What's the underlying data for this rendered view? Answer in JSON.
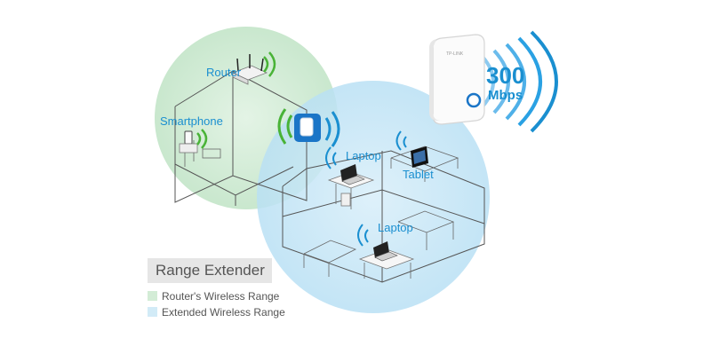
{
  "labels": {
    "router": "Router",
    "smartphone": "Smartphone",
    "laptop_top": "Laptop",
    "tablet": "Tablet",
    "laptop_bottom": "Laptop"
  },
  "product": {
    "speed_value": "300",
    "speed_unit": "Mbps",
    "brand_text": "TP-LINK"
  },
  "legend": {
    "title": "Range Extender",
    "items": [
      {
        "label": "Router's Wireless Range",
        "color": "#d3ecd6"
      },
      {
        "label": "Extended Wireless Range",
        "color": "#d2ebf7"
      }
    ]
  },
  "colors": {
    "router_range": "#cfe9d3",
    "extended_range": "#bfe3f6",
    "accent": "#1a8fd0",
    "signal_green": "#49b337"
  }
}
